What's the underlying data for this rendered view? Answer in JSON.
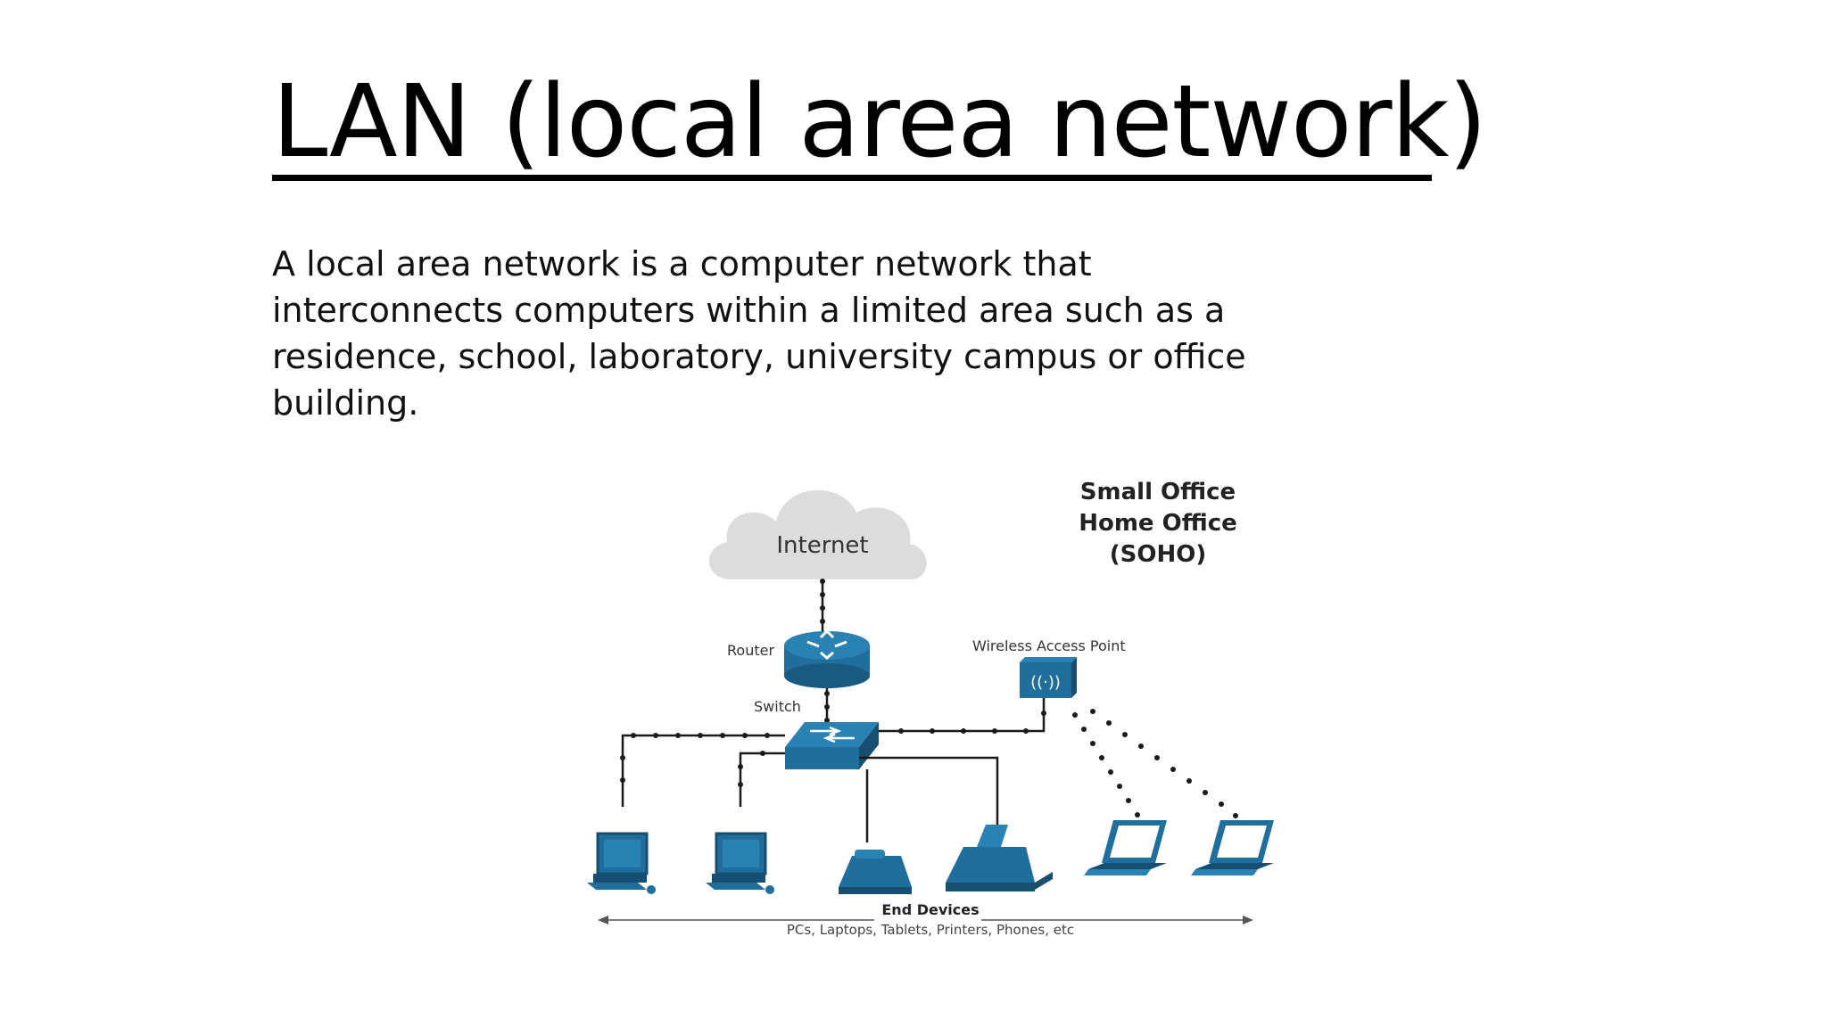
{
  "slide": {
    "title": "LAN (local area network)",
    "body": "A local area network is a computer network that interconnects computers within a limited area such as a residence, school, laboratory, university campus or office building."
  },
  "diagram": {
    "cloud_label": "Internet",
    "router_label": "Router",
    "switch_label": "Switch",
    "wap_label": "Wireless Access Point",
    "soho_line1": "Small Office",
    "soho_line2": "Home Office",
    "soho_line3": "(SOHO)",
    "end_devices_title": "End Devices",
    "end_devices_subtitle": "PCs, Laptops, Tablets, Printers, Phones, etc"
  },
  "colors": {
    "device_blue": "#1f6e9c",
    "cloud_gray": "#dcdcdc",
    "line_black": "#1a1a1a"
  }
}
